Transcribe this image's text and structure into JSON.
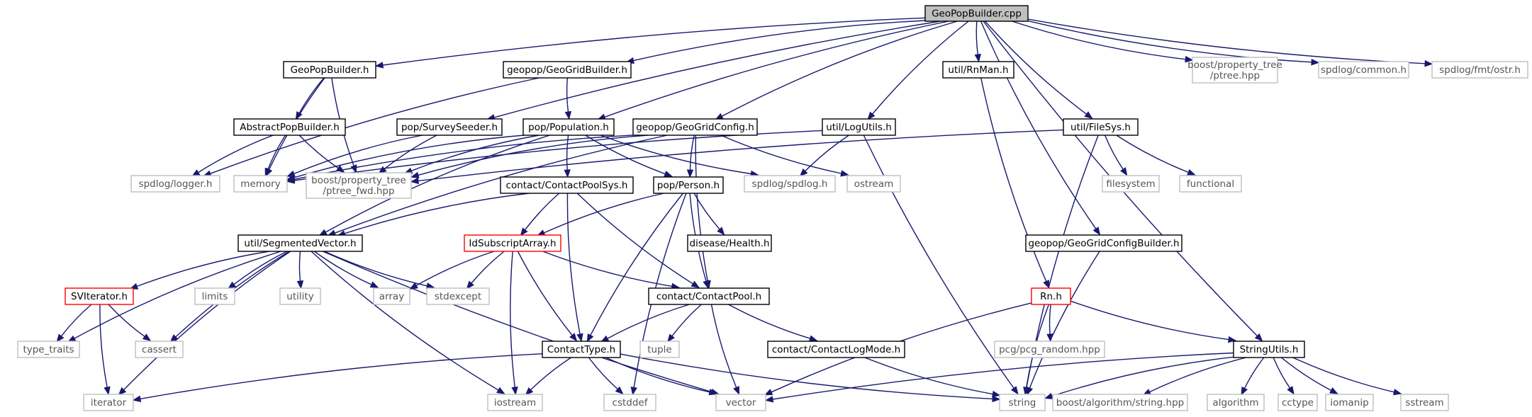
{
  "diagram": {
    "title_node": "n_root",
    "colors": {
      "edge": "#191970",
      "node_border": "#000000",
      "external_border": "#bfbfbf",
      "error_border": "#ff0000",
      "root_fill": "#bfbfbf",
      "node_fill": "#ffffff",
      "external_text": "#555555"
    },
    "nodes": [
      {
        "id": "n_root",
        "kind": "root",
        "lines": [
          "GeoPopBuilder.cpp"
        ]
      },
      {
        "id": "n_gpb_h",
        "kind": "file",
        "lines": [
          "GeoPopBuilder.h"
        ]
      },
      {
        "id": "n_ggb",
        "kind": "file",
        "lines": [
          "geopop/GeoGridBuilder.h"
        ]
      },
      {
        "id": "n_rnman",
        "kind": "file",
        "lines": [
          "util/RnMan.h"
        ]
      },
      {
        "id": "n_bpt",
        "kind": "external",
        "lines": [
          "boost/property_tree",
          "/ptree.hpp"
        ]
      },
      {
        "id": "n_spdcommon",
        "kind": "external",
        "lines": [
          "spdlog/common.h"
        ]
      },
      {
        "id": "n_spdfmt",
        "kind": "external",
        "lines": [
          "spdlog/fmt/ostr.h"
        ]
      },
      {
        "id": "n_apb",
        "kind": "file",
        "lines": [
          "AbstractPopBuilder.h"
        ]
      },
      {
        "id": "n_seeder",
        "kind": "file",
        "lines": [
          "pop/SurveySeeder.h"
        ]
      },
      {
        "id": "n_population",
        "kind": "file",
        "lines": [
          "pop/Population.h"
        ]
      },
      {
        "id": "n_ggconfig",
        "kind": "file",
        "lines": [
          "geopop/GeoGridConfig.h"
        ]
      },
      {
        "id": "n_logutils",
        "kind": "file",
        "lines": [
          "util/LogUtils.h"
        ]
      },
      {
        "id": "n_filesys",
        "kind": "file",
        "lines": [
          "util/FileSys.h"
        ]
      },
      {
        "id": "n_spdlogger",
        "kind": "external",
        "lines": [
          "spdlog/logger.h"
        ]
      },
      {
        "id": "n_memory",
        "kind": "external",
        "lines": [
          "memory"
        ]
      },
      {
        "id": "n_ptreefwd",
        "kind": "external",
        "lines": [
          "boost/property_tree",
          "/ptree_fwd.hpp"
        ]
      },
      {
        "id": "n_cps",
        "kind": "file",
        "lines": [
          "contact/ContactPoolSys.h"
        ]
      },
      {
        "id": "n_person",
        "kind": "file",
        "lines": [
          "pop/Person.h"
        ]
      },
      {
        "id": "n_spdlog",
        "kind": "external",
        "lines": [
          "spdlog/spdlog.h"
        ]
      },
      {
        "id": "n_ostream",
        "kind": "external",
        "lines": [
          "ostream"
        ]
      },
      {
        "id": "n_filesystem",
        "kind": "external",
        "lines": [
          "filesystem"
        ]
      },
      {
        "id": "n_functional",
        "kind": "external",
        "lines": [
          "functional"
        ]
      },
      {
        "id": "n_segvec",
        "kind": "file",
        "lines": [
          "util/SegmentedVector.h"
        ]
      },
      {
        "id": "n_idsub",
        "kind": "error",
        "lines": [
          "IdSubscriptArray.h"
        ]
      },
      {
        "id": "n_health",
        "kind": "file",
        "lines": [
          "disease/Health.h"
        ]
      },
      {
        "id": "n_ggcb",
        "kind": "file",
        "lines": [
          "geopop/GeoGridConfigBuilder.h"
        ]
      },
      {
        "id": "n_sviter",
        "kind": "error",
        "lines": [
          "SVIterator.h"
        ]
      },
      {
        "id": "n_limits",
        "kind": "external",
        "lines": [
          "limits"
        ]
      },
      {
        "id": "n_utility",
        "kind": "external",
        "lines": [
          "utility"
        ]
      },
      {
        "id": "n_array",
        "kind": "external",
        "lines": [
          "array"
        ]
      },
      {
        "id": "n_stdexcept",
        "kind": "external",
        "lines": [
          "stdexcept"
        ]
      },
      {
        "id": "n_cpool",
        "kind": "file",
        "lines": [
          "contact/ContactPool.h"
        ]
      },
      {
        "id": "n_rn",
        "kind": "error",
        "lines": [
          "Rn.h"
        ]
      },
      {
        "id": "n_typetraits",
        "kind": "external",
        "lines": [
          "type_traits"
        ]
      },
      {
        "id": "n_cassert",
        "kind": "external",
        "lines": [
          "cassert"
        ]
      },
      {
        "id": "n_tuple",
        "kind": "external",
        "lines": [
          "tuple"
        ]
      },
      {
        "id": "n_ctype",
        "kind": "file",
        "lines": [
          "ContactType.h"
        ]
      },
      {
        "id": "n_clog",
        "kind": "file",
        "lines": [
          "contact/ContactLogMode.h"
        ]
      },
      {
        "id": "n_pcg",
        "kind": "external",
        "lines": [
          "pcg/pcg_random.hpp"
        ]
      },
      {
        "id": "n_strutils",
        "kind": "file",
        "lines": [
          "StringUtils.h"
        ]
      },
      {
        "id": "n_iterator",
        "kind": "external",
        "lines": [
          "iterator"
        ]
      },
      {
        "id": "n_iostream",
        "kind": "external",
        "lines": [
          "iostream"
        ]
      },
      {
        "id": "n_cstddef",
        "kind": "external",
        "lines": [
          "cstddef"
        ]
      },
      {
        "id": "n_vector",
        "kind": "external",
        "lines": [
          "vector"
        ]
      },
      {
        "id": "n_string",
        "kind": "external",
        "lines": [
          "string"
        ]
      },
      {
        "id": "n_balgo",
        "kind": "external",
        "lines": [
          "boost/algorithm/string.hpp"
        ]
      },
      {
        "id": "n_algorithm",
        "kind": "external",
        "lines": [
          "algorithm"
        ]
      },
      {
        "id": "n_cctype",
        "kind": "external",
        "lines": [
          "cctype"
        ]
      },
      {
        "id": "n_iomanip",
        "kind": "external",
        "lines": [
          "iomanip"
        ]
      },
      {
        "id": "n_sstream",
        "kind": "external",
        "lines": [
          "sstream"
        ]
      }
    ],
    "edges": [
      [
        "n_root",
        "n_gpb_h"
      ],
      [
        "n_root",
        "n_ggb"
      ],
      [
        "n_root",
        "n_rnman"
      ],
      [
        "n_root",
        "n_bpt"
      ],
      [
        "n_root",
        "n_spdcommon"
      ],
      [
        "n_root",
        "n_spdfmt"
      ],
      [
        "n_root",
        "n_seeder"
      ],
      [
        "n_root",
        "n_population"
      ],
      [
        "n_root",
        "n_ggconfig"
      ],
      [
        "n_root",
        "n_logutils"
      ],
      [
        "n_root",
        "n_filesys"
      ],
      [
        "n_root",
        "n_ggcb"
      ],
      [
        "n_root",
        "n_strutils"
      ],
      [
        "n_gpb_h",
        "n_apb"
      ],
      [
        "n_gpb_h",
        "n_memory"
      ],
      [
        "n_gpb_h",
        "n_ptreefwd"
      ],
      [
        "n_ggb",
        "n_population"
      ],
      [
        "n_ggb",
        "n_spdlogger"
      ],
      [
        "n_apb",
        "n_spdlogger"
      ],
      [
        "n_apb",
        "n_memory"
      ],
      [
        "n_apb",
        "n_ptreefwd"
      ],
      [
        "n_seeder",
        "n_memory"
      ],
      [
        "n_seeder",
        "n_ptreefwd"
      ],
      [
        "n_population",
        "n_memory"
      ],
      [
        "n_population",
        "n_ptreefwd"
      ],
      [
        "n_population",
        "n_cps"
      ],
      [
        "n_population",
        "n_person"
      ],
      [
        "n_population",
        "n_spdlog"
      ],
      [
        "n_population",
        "n_segvec"
      ],
      [
        "n_ggconfig",
        "n_memory"
      ],
      [
        "n_ggconfig",
        "n_ptreefwd"
      ],
      [
        "n_ggconfig",
        "n_person"
      ],
      [
        "n_ggconfig",
        "n_ostream"
      ],
      [
        "n_ggconfig",
        "n_segvec"
      ],
      [
        "n_ggconfig",
        "n_cpool"
      ],
      [
        "n_logutils",
        "n_spdlog"
      ],
      [
        "n_logutils",
        "n_memory"
      ],
      [
        "n_logutils",
        "n_string"
      ],
      [
        "n_filesys",
        "n_ptreefwd"
      ],
      [
        "n_filesys",
        "n_filesystem"
      ],
      [
        "n_filesys",
        "n_functional"
      ],
      [
        "n_filesys",
        "n_string"
      ],
      [
        "n_rnman",
        "n_rn"
      ],
      [
        "n_cps",
        "n_segvec"
      ],
      [
        "n_cps",
        "n_idsub"
      ],
      [
        "n_cps",
        "n_cpool"
      ],
      [
        "n_cps",
        "n_ctype"
      ],
      [
        "n_person",
        "n_idsub"
      ],
      [
        "n_person",
        "n_health"
      ],
      [
        "n_person",
        "n_ctype"
      ],
      [
        "n_person",
        "n_cpool"
      ],
      [
        "n_person",
        "n_cstddef"
      ],
      [
        "n_segvec",
        "n_sviter"
      ],
      [
        "n_segvec",
        "n_limits"
      ],
      [
        "n_segvec",
        "n_utility"
      ],
      [
        "n_segvec",
        "n_array"
      ],
      [
        "n_segvec",
        "n_stdexcept"
      ],
      [
        "n_segvec",
        "n_typetraits"
      ],
      [
        "n_segvec",
        "n_cassert"
      ],
      [
        "n_segvec",
        "n_iterator"
      ],
      [
        "n_segvec",
        "n_iostream"
      ],
      [
        "n_segvec",
        "n_vector"
      ],
      [
        "n_idsub",
        "n_array"
      ],
      [
        "n_idsub",
        "n_stdexcept"
      ],
      [
        "n_idsub",
        "n_ctype"
      ],
      [
        "n_idsub",
        "n_iostream"
      ],
      [
        "n_idsub",
        "n_cpool"
      ],
      [
        "n_sviter",
        "n_typetraits"
      ],
      [
        "n_sviter",
        "n_cassert"
      ],
      [
        "n_sviter",
        "n_iterator"
      ],
      [
        "n_cpool",
        "n_ctype"
      ],
      [
        "n_cpool",
        "n_tuple"
      ],
      [
        "n_cpool",
        "n_clog"
      ],
      [
        "n_cpool",
        "n_vector"
      ],
      [
        "n_ctype",
        "n_iterator"
      ],
      [
        "n_ctype",
        "n_iostream"
      ],
      [
        "n_ctype",
        "n_cstddef"
      ],
      [
        "n_ctype",
        "n_vector"
      ],
      [
        "n_ctype",
        "n_string"
      ],
      [
        "n_clog",
        "n_string"
      ],
      [
        "n_ggcb",
        "n_string"
      ],
      [
        "n_rn",
        "n_pcg"
      ],
      [
        "n_rn",
        "n_strutils"
      ],
      [
        "n_rn",
        "n_vector"
      ],
      [
        "n_rn",
        "n_string"
      ],
      [
        "n_strutils",
        "n_vector"
      ],
      [
        "n_strutils",
        "n_string"
      ],
      [
        "n_strutils",
        "n_balgo"
      ],
      [
        "n_strutils",
        "n_algorithm"
      ],
      [
        "n_strutils",
        "n_cctype"
      ],
      [
        "n_strutils",
        "n_iomanip"
      ],
      [
        "n_strutils",
        "n_sstream"
      ]
    ]
  }
}
